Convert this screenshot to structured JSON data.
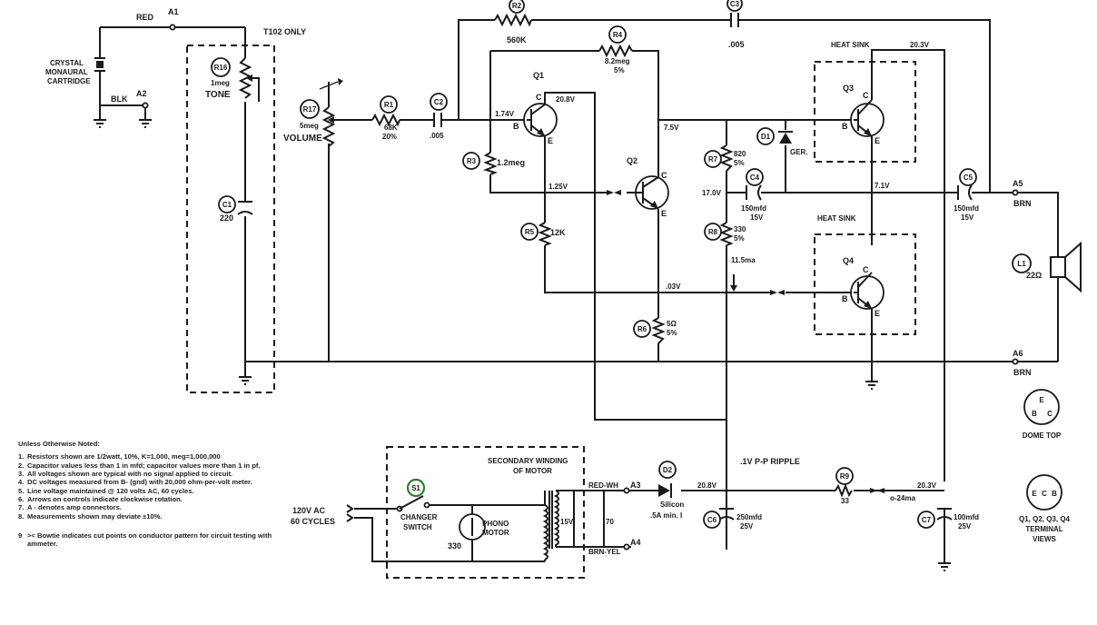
{
  "wires": {
    "red": "RED",
    "blk": "BLK",
    "brn": "BRN",
    "red_wh": "RED-WH",
    "brn_yel": "BRN-YEL",
    "a1": "A1",
    "a2": "A2",
    "a3": "A3",
    "a4": "A4",
    "a5": "A5",
    "a6": "A6"
  },
  "cartridge": {
    "line1": "CRYSTAL",
    "line2": "MONAURAL",
    "line3": "CARTRIDGE"
  },
  "tone": {
    "id": "R16",
    "value": "1meg",
    "name": "TONE",
    "note": "T102 ONLY"
  },
  "volume": {
    "id": "R17",
    "value": "5meg",
    "name": "VOLUME"
  },
  "c1": {
    "id": "C1",
    "value": "220"
  },
  "r1": {
    "id": "R1",
    "value1": "68K",
    "value2": "20%"
  },
  "c2": {
    "id": "C2",
    "value": ".005"
  },
  "r2": {
    "id": "R2",
    "value": "560K"
  },
  "c3": {
    "id": "C3",
    "value": ".005"
  },
  "r4": {
    "id": "R4",
    "value1": "8.2meg",
    "value2": "5%"
  },
  "r3": {
    "id": "R3",
    "value": "1.2meg"
  },
  "r5": {
    "id": "R5",
    "value": "12K"
  },
  "r6": {
    "id": "R6",
    "value1": "5Ω",
    "value2": "5%"
  },
  "r7": {
    "id": "R7",
    "value1": "820",
    "value2": "5%"
  },
  "r8": {
    "id": "R8",
    "value1": "330",
    "value2": "5%"
  },
  "r9": {
    "id": "R9",
    "value": "33"
  },
  "c4": {
    "id": "C4",
    "value1": "150mfd",
    "value2": "15V"
  },
  "c5": {
    "id": "C5",
    "value1": "150mfd",
    "value2": "15V"
  },
  "c6": {
    "id": "C6",
    "value1": "250mfd",
    "value2": "25V"
  },
  "c7": {
    "id": "C7",
    "value1": "100mfd",
    "value2": "25V"
  },
  "d1": {
    "id": "D1",
    "type": "GER."
  },
  "d2": {
    "id": "D2",
    "type": "Silicon",
    "rating": ".5A min. I"
  },
  "transistors": {
    "q1": "Q1",
    "q2": "Q2",
    "q3": "Q3",
    "q4": "Q4",
    "c": "C",
    "b": "B",
    "e": "E"
  },
  "heat_sink": "HEAT SINK",
  "voltages": {
    "v1_74": "1.74V",
    "v20_8": "20.8V",
    "v7_5": "7.5V",
    "v1_25": "1.25V",
    "v17": "17.0V",
    "v7_1": "7.1V",
    "v20_3a": "20.3V",
    "v20_3b": "20.3V",
    "v03": ".03V",
    "ma11_5": "11.5ma",
    "v20_8b": "20.8V",
    "ma24": "o-24ma",
    "v15": "15V",
    "v70": "70",
    "ripple": ".1V P-P RIPPLE"
  },
  "speaker": {
    "id": "L1",
    "value": "22Ω"
  },
  "motor": {
    "line1": "SECONDARY WINDING",
    "line2": "OF MOTOR",
    "name1": "PHONO",
    "name2": "MOTOR",
    "value": "330"
  },
  "switch": {
    "id": "S1",
    "line1": "CHANGER",
    "line2": "SWITCH"
  },
  "ac": {
    "line1": "120V AC",
    "line2": "60 CYCLES"
  },
  "socket": {
    "e": "E",
    "b": "B",
    "c": "C",
    "caption": "DOME TOP"
  },
  "term_views": {
    "e": "E",
    "c": "C",
    "b": "B",
    "line1": "Q1, Q2, Q3, Q4",
    "line2": "TERMINAL",
    "line3": "VIEWS"
  },
  "notes": {
    "heading": "Unless Otherwise Noted:",
    "items": [
      {
        "num": "1.",
        "text": "Resistors shown are 1/2watt, 10%, K=1,000, meg=1,000,000"
      },
      {
        "num": "2.",
        "text": "Capacitor values less than 1 in mfd; capacitor values more than 1 in pf."
      },
      {
        "num": "3.",
        "text": "All voltages shown are typical with no signal applied to circuit."
      },
      {
        "num": "4.",
        "text": "DC voltages measured from B- (gnd) with 20,000 ohm-per-volt meter."
      },
      {
        "num": "5.",
        "text": "Line voltage maintained @ 120 volts AC, 60 cycles."
      },
      {
        "num": "6.",
        "text": "Arrows on controls indicate clockwise rotation."
      },
      {
        "num": "7.",
        "text": "A - denotes amp connectors."
      },
      {
        "num": "8.",
        "text": "Measurements shown may deviate ±10%."
      }
    ],
    "item9_num": "9",
    "item9_text": ">< Bowtie indicates cut points on conductor pattern for circuit testing with ammeter."
  }
}
